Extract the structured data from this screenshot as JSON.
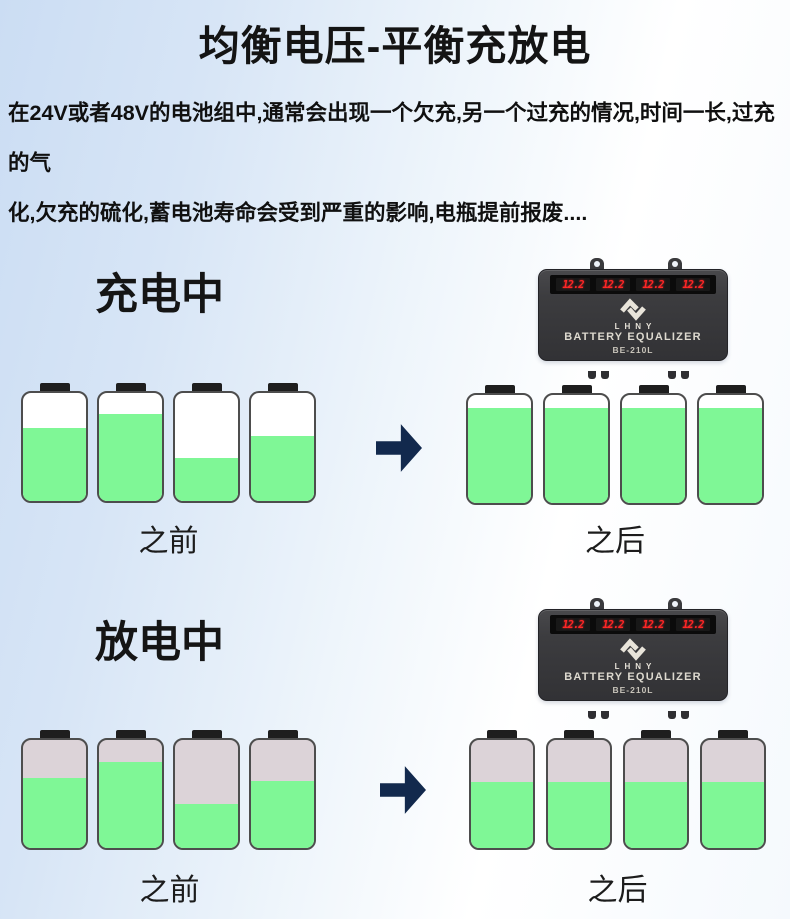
{
  "page": {
    "title": "均衡电压-平衡充放电",
    "intro": {
      "line1": "在24V或者48V的电池组中,通常会出现一个欠充,另一个过充的情况,时间一长,过充的气",
      "line2": "化,欠充的硫化,蓄电池寿命会受到严重的影响,电瓶提前报废...."
    }
  },
  "device": {
    "brand": "LHNY",
    "name": "BATTERY EQUALIZER",
    "model": "BE-210L",
    "leds": [
      "12.2",
      "12.2",
      "12.2",
      "12.2"
    ]
  },
  "sections": [
    {
      "heading": "充电中",
      "before_label": "之前",
      "after_label": "之后",
      "before_levels": [
        68,
        81,
        40,
        60
      ],
      "after_levels": [
        88,
        88,
        88,
        88
      ]
    },
    {
      "heading": "放电中",
      "before_label": "之前",
      "after_label": "之后",
      "before_levels": [
        65,
        80,
        41,
        62
      ],
      "after_levels": [
        61,
        61,
        61,
        61
      ]
    }
  ],
  "colors": {
    "battery_green": "#7ff796",
    "empty_white": "#ffffff",
    "empty_pink": "#dcd3d8",
    "batt_border": "#4d4d4d",
    "terminal": "#1e1e1e",
    "arrow_navy": "#12294d",
    "led_red": "#ff2626"
  }
}
